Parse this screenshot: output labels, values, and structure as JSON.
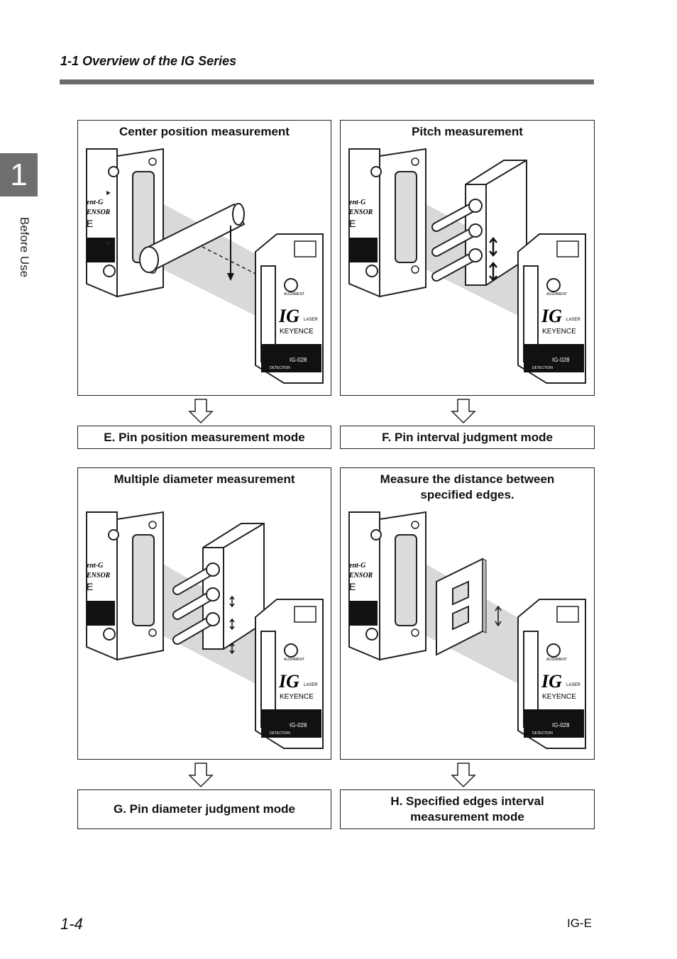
{
  "header": {
    "title": "1-1  Overview of the IG Series"
  },
  "chapter": {
    "number": "1",
    "label": "Before Use"
  },
  "panels": [
    {
      "title": "Center position measurement",
      "mode": "E. Pin position measurement mode"
    },
    {
      "title": "Pitch measurement",
      "mode": "F. Pin interval judgment mode"
    },
    {
      "title": "Multiple diameter measurement",
      "mode": "G. Pin diameter judgment mode"
    },
    {
      "title": "Measure the distance between\nspecified edges.",
      "mode": "H. Specified edges interval\nmeasurement mode"
    }
  ],
  "sensor_labels": {
    "brand_fragment": "ent-G",
    "sensor_fragment": "ENSOR",
    "e_glyph": "E",
    "alignment": "ALIGNMENT",
    "ig_logo": "IG",
    "laser": "LASER",
    "keyence": "KEYENCE",
    "model": "IG-028",
    "detection": "DETECTION"
  },
  "footer": {
    "page": "1-4",
    "code": "IG-E"
  }
}
